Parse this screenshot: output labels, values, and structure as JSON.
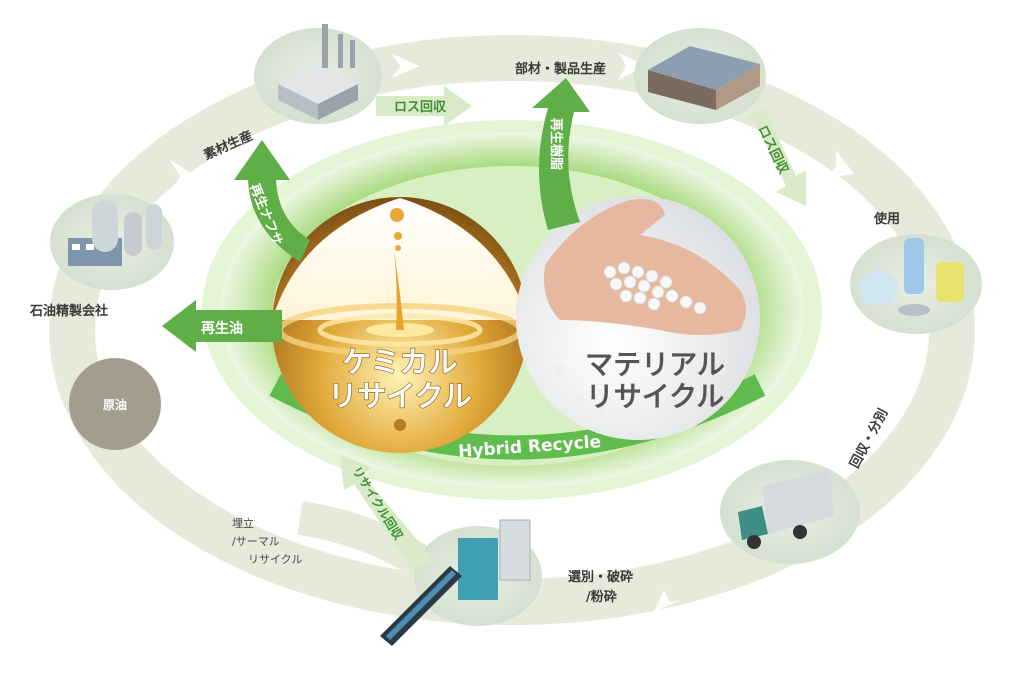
{
  "center": {
    "hybrid_label": "Hybrid Recycle",
    "chemical": {
      "line1": "ケミカル",
      "line2": "リサイクル"
    },
    "material": {
      "line1": "マテリアル",
      "line2": "リサイクル"
    }
  },
  "stations": {
    "crude_oil": "原油",
    "refinery": "石油精製会社",
    "material_production": "素材生産",
    "parts_production": "部材・製品生産",
    "use": "使用",
    "collection": "回収・分別",
    "sorting": {
      "line1": "選別・破砕",
      "line2": "/粉砕"
    },
    "landfill": {
      "line1": "埋立",
      "line2": "/サーマル",
      "line3": "リサイクル"
    }
  },
  "arrows": {
    "recycled_oil": "再生油",
    "recycled_naphtha": "再生ナフサ",
    "recycled_resin": "再生樹脂",
    "loss_recovery_1": "ロス回収",
    "loss_recovery_2": "ロス回収",
    "recycle_recovery": "リサイクル回収"
  },
  "colors": {
    "ring": "#e6eadb",
    "station": "#dde6d9",
    "arrow_green": "#5fae48",
    "arrow_light": "#d8eac8",
    "hybrid_green": "#5ab847",
    "ellipse_outer": "#bfe39a",
    "crude_circle": "#a39d90"
  }
}
